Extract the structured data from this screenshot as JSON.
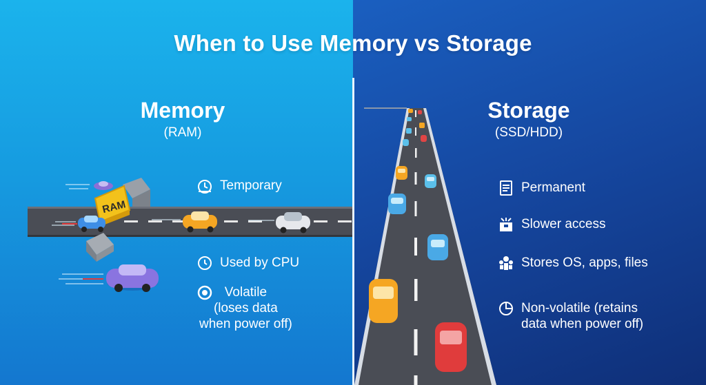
{
  "title": "When to Use Memory vs Storage",
  "memory": {
    "heading": "Memory",
    "subheading": "(RAM)",
    "gate_label": "RAM",
    "features": [
      {
        "icon": "timer-icon",
        "label": "Temporary"
      },
      {
        "icon": "clock-icon",
        "label": "Used by CPU"
      },
      {
        "icon": "power-icon",
        "label": "Volatile\n(loses data\nwhen power off)"
      }
    ]
  },
  "storage": {
    "heading": "Storage",
    "subheading": "(SSD/HDD)",
    "features": [
      {
        "icon": "document-icon",
        "label": "Permanent"
      },
      {
        "icon": "package-icon",
        "label": "Slower access"
      },
      {
        "icon": "network-icon",
        "label": "Stores OS, apps, files"
      },
      {
        "icon": "pie-clock-icon",
        "label": "Non-volatile (retains\ndata when power off)"
      }
    ]
  },
  "colors": {
    "left_bg": "#1bb3ec",
    "right_bg": "#15469e",
    "road": "#4a4d55",
    "gate": "#f3c21b"
  }
}
